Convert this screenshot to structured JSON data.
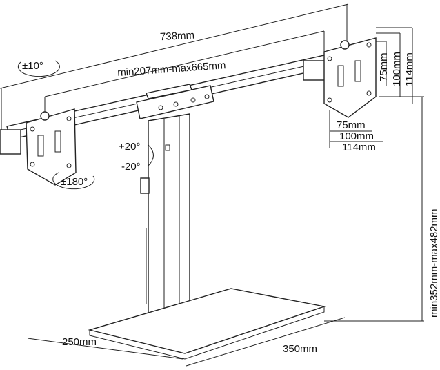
{
  "title": "Dual monitor desk stand dimensions",
  "dimensions": {
    "overall_width": "738mm",
    "arm_span": "min207mm-max665mm",
    "height_range": "min352mm-max482mm",
    "base_depth": "250mm",
    "base_width": "350mm",
    "vesa_vertical": [
      "75mm",
      "100mm",
      "114mm"
    ],
    "vesa_horizontal": [
      "75mm",
      "100mm",
      "114mm"
    ]
  },
  "rotations": {
    "swivel": "±10°",
    "tilt_up": "+20°",
    "tilt_down": "-20°",
    "rotate": "±180°"
  }
}
